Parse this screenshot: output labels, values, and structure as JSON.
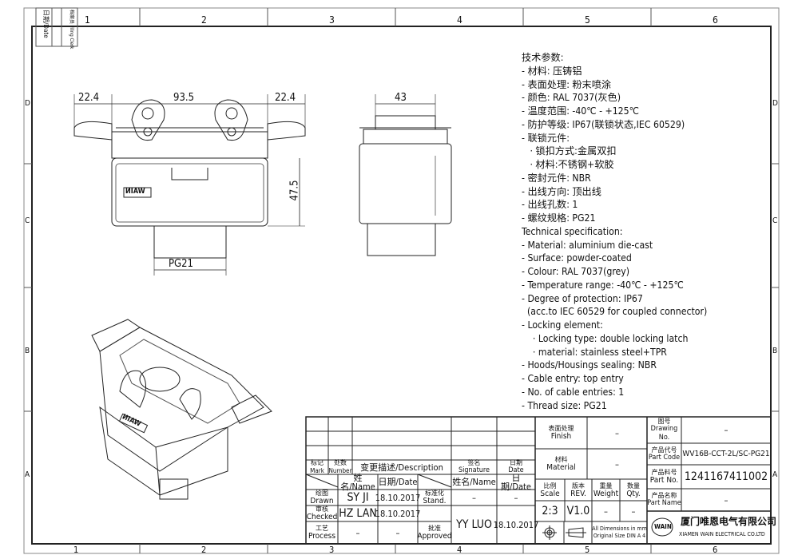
{
  "frame": {
    "columns": [
      "1",
      "2",
      "3",
      "4",
      "5",
      "6"
    ],
    "rows": [
      "D",
      "C",
      "B",
      "A"
    ],
    "corner_boxes": [
      "日期/Date",
      "档案员 Filing Clerk"
    ]
  },
  "dimensions": {
    "left_ear": "22.4",
    "width": "93.5",
    "right_ear": "22.4",
    "side_width": "43",
    "height": "47.5",
    "thread": "PG21"
  },
  "part_logo": "WAIN",
  "spec_lines": [
    "技术参数:",
    "- 材料: 压铸铝",
    "- 表面处理: 粉末喷涂",
    "- 颜色: RAL 7037(灰色)",
    "- 温度范围: -40℃ - +125℃",
    "- 防护等级: IP67(联锁状态,IEC 60529)",
    "- 联锁元件:",
    "   · 锁扣方式:金属双扣",
    "   · 材料:不锈钢+软胶",
    "- 密封元件: NBR",
    "- 出线方向: 顶出线",
    "- 出线孔数: 1",
    "- 螺纹规格: PG21",
    "Technical specification:",
    "- Material: aluminium die-cast",
    "- Surface: powder-coated",
    "- Colour: RAL 7037(grey)",
    "- Temperature range: -40℃ - +125℃",
    "- Degree of protection: IP67",
    "  (acc.to IEC 60529 for coupled connector)",
    "- Locking element:",
    "    · Locking type: double locking latch",
    "    · material: stainless steel+TPR",
    "- Hoods/Housings sealing: NBR",
    "- Cable entry: top entry",
    "- No. of cable entries: 1",
    "- Thread size: PG21"
  ],
  "title_block": {
    "mark": {
      "zh": "标记",
      "en": "Mark"
    },
    "number": {
      "zh": "处数",
      "en": "Number"
    },
    "description": "变更描述/Description",
    "signature": {
      "zh": "签名",
      "en": "Signature"
    },
    "date": {
      "zh": "日期",
      "en": "Date"
    },
    "name_header": "姓名/Name",
    "date_header": "日期/Date",
    "drawn": {
      "zh": "绘图",
      "en": "Drawn",
      "name": "SY JI",
      "date": "18.10.2017"
    },
    "checked": {
      "zh": "审核",
      "en": "Checked",
      "name": "HZ LAN",
      "date": "18.10.2017"
    },
    "process": {
      "zh": "工艺",
      "en": "Process",
      "name": "–",
      "date": "–"
    },
    "stand": {
      "zh": "标准化",
      "en": "Stand.",
      "name": "–",
      "date": "–"
    },
    "approved": {
      "zh": "批准",
      "en": "Approved",
      "name": "YY LUO",
      "date": "18.10.2017"
    },
    "finish": {
      "zh": "表面处理",
      "en": "Finish",
      "value": "–"
    },
    "material": {
      "zh": "材料",
      "en": "Material",
      "value": "–"
    },
    "scale": {
      "zh": "比例",
      "en": "Scale",
      "value": "2:3"
    },
    "rev": {
      "zh": "版本",
      "en": "REV.",
      "value": "V1.0"
    },
    "weight": {
      "zh": "重量",
      "en": "Weight",
      "value": "–"
    },
    "qty": {
      "zh": "数量",
      "en": "Qty.",
      "value": "–"
    },
    "units_note": "All Dimensions in mm",
    "size_note": "Original Size DIN A 4",
    "drawing_no": {
      "zh": "图号",
      "en": "Drawing No.",
      "value": "–"
    },
    "part_code": {
      "zh": "产品代号",
      "en": "Part Code",
      "value": "WV16B-CCT-2L/SC-PG21"
    },
    "part_no": {
      "zh": "产品料号",
      "en": "Part No.",
      "value": "1241167411002"
    },
    "part_name": {
      "zh": "产品名称",
      "en": "Part Name",
      "value": "–"
    },
    "company_logo": "WAIN",
    "company_zh": "厦门唯恩电气有限公司",
    "company_en": "XIAMEN WAIN ELECTRICAL CO.LTD"
  }
}
